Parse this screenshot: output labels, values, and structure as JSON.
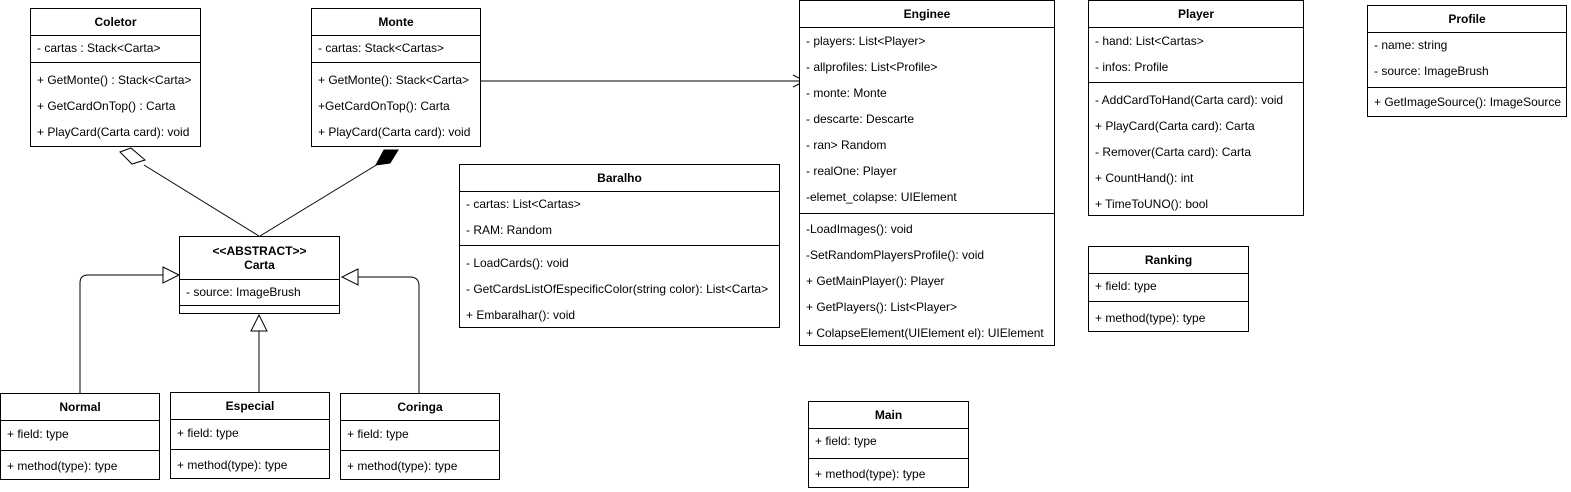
{
  "classes": {
    "coletor": {
      "name": "Coletor",
      "attrs": [
        "- cartas : Stack<Carta>"
      ],
      "methods": [
        "+ GetMonte() :  Stack<Carta>",
        "+ GetCardOnTop() : Carta",
        "+ PlayCard(Carta card): void"
      ]
    },
    "monte": {
      "name": "Monte",
      "attrs": [
        "- cartas: Stack<Cartas>"
      ],
      "methods": [
        "+ GetMonte(): Stack<Carta>",
        "+GetCardOnTop():  Carta",
        "+ PlayCard(Carta card): void"
      ]
    },
    "carta": {
      "stereotype": "<<ABSTRACT>>",
      "name": "Carta",
      "attrs": [
        "- source: ImageBrush"
      ],
      "methods": []
    },
    "normal": {
      "name": "Normal",
      "attrs": [
        "+ field: type"
      ],
      "methods": [
        "+ method(type): type"
      ]
    },
    "especial": {
      "name": "Especial",
      "attrs": [
        "+ field: type"
      ],
      "methods": [
        "+ method(type): type"
      ]
    },
    "coringa": {
      "name": "Coringa",
      "attrs": [
        "+ field: type"
      ],
      "methods": [
        "+ method(type): type"
      ]
    },
    "baralho": {
      "name": "Baralho",
      "attrs": [
        "- cartas: List<Cartas>",
        "- RAM: Random"
      ],
      "methods": [
        "- LoadCards(): void",
        "- GetCardsListOfEspecificColor(string color): List<Carta>",
        "+ Embaralhar(): void"
      ]
    },
    "enginee": {
      "name": "Enginee",
      "attrs": [
        "- players: List<Player>",
        "- allprofiles:  List<Profile>",
        "- monte:  Monte",
        "- descarte: Descarte",
        "- ran> Random",
        "- realOne: Player",
        "-elemet_colapse: UIElement"
      ],
      "methods": [
        "-LoadImages(): void",
        "-SetRandomPlayersProfile(): void",
        "+ GetMainPlayer(): Player",
        "+ GetPlayers(): List<Player>",
        "+ ColapseElement(UIElement el):  UIElement"
      ]
    },
    "player": {
      "name": "Player",
      "attrs": [
        "- hand: List<Cartas>",
        "- infos: Profile"
      ],
      "methods": [
        "- AddCardToHand(Carta card): void",
        "+ PlayCard(Carta card): Carta",
        "- Remover(Carta card): Carta",
        "+ CountHand(): int",
        "+ TimeToUNO(): bool"
      ]
    },
    "profile": {
      "name": "Profile",
      "attrs": [
        "- name: string",
        "- source: ImageBrush"
      ],
      "methods": [
        "+ GetImageSource(): ImageSource"
      ]
    },
    "ranking": {
      "name": "Ranking",
      "attrs": [
        "+ field: type"
      ],
      "methods": [
        "+ method(type): type"
      ]
    },
    "main": {
      "name": "Main",
      "attrs": [
        "+ field: type"
      ],
      "methods": [
        "+ method(type): type"
      ]
    }
  },
  "style": {
    "stroke": "#000000",
    "background": "#ffffff"
  }
}
